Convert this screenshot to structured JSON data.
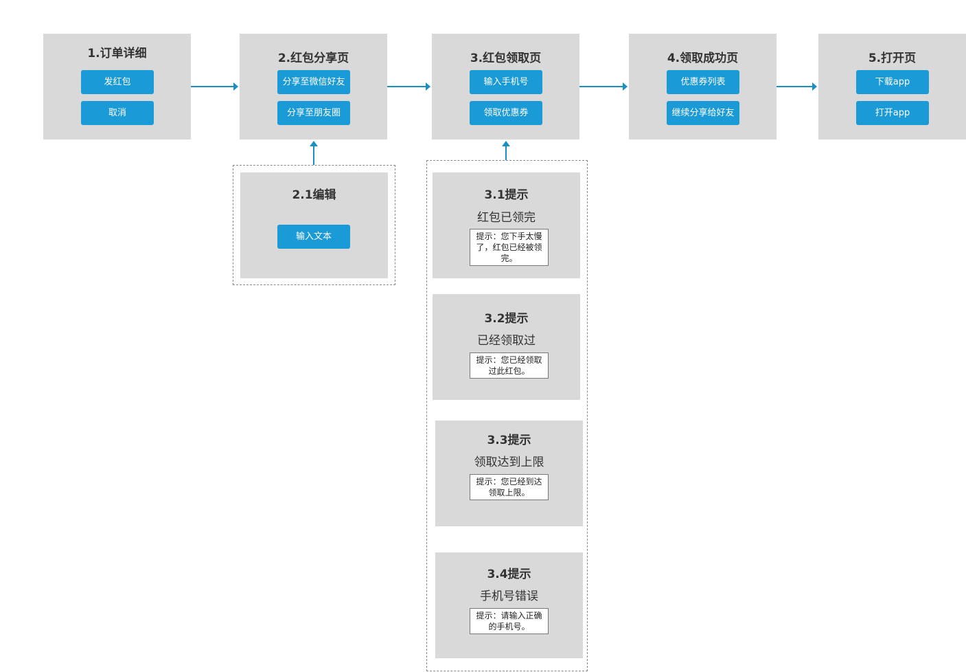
{
  "colors": {
    "panel": "#d9d9d9",
    "button": "#1a9ad6",
    "arrow": "#1a8fc4"
  },
  "steps": [
    {
      "title": "1.订单详细",
      "buttons": [
        "发红包",
        "取消"
      ]
    },
    {
      "title": "2.红包分享页",
      "buttons": [
        "分享至微信好友",
        "分享至朋友圈"
      ]
    },
    {
      "title": "3.红包领取页",
      "buttons": [
        "输入手机号",
        "领取优惠券"
      ]
    },
    {
      "title": "4.领取成功页",
      "buttons": [
        "优惠券列表",
        "继续分享给好友"
      ]
    },
    {
      "title": "5.打开页",
      "buttons": [
        "下载app",
        "打开app"
      ]
    }
  ],
  "edit": {
    "title": "2.1编辑",
    "button": "输入文本"
  },
  "tips": [
    {
      "title": "3.1提示",
      "subtitle": "红包已领完",
      "message": "提示：您下手太慢了，红包已经被领完。"
    },
    {
      "title": "3.2提示",
      "subtitle": "已经领取过",
      "message": "提示：您已经领取过此红包。"
    },
    {
      "title": "3.3提示",
      "subtitle": "领取达到上限",
      "message": "提示：您已经到达领取上限。"
    },
    {
      "title": "3.4提示",
      "subtitle": "手机号错误",
      "message": "提示：请输入正确的手机号。"
    }
  ]
}
